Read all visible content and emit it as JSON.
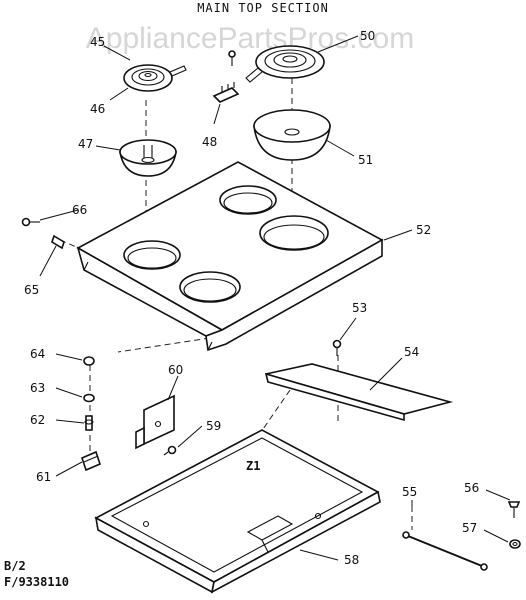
{
  "diagram": {
    "title": "MAIN TOP SECTION",
    "watermark": "AppliancePartsPros.com",
    "footer": {
      "line1": "B/2",
      "line2": "F/9338110"
    },
    "callouts": {
      "c45": "45",
      "c46": "46",
      "c47": "47",
      "c48": "48",
      "c50": "50",
      "c51": "51",
      "c52": "52",
      "c53": "53",
      "c54": "54",
      "c55": "55",
      "c56": "56",
      "c57": "57",
      "c58": "58",
      "c59": "59",
      "c60": "60",
      "c61": "61",
      "c62": "62",
      "c63": "63",
      "c64": "64",
      "c65": "65",
      "c66": "66"
    }
  }
}
